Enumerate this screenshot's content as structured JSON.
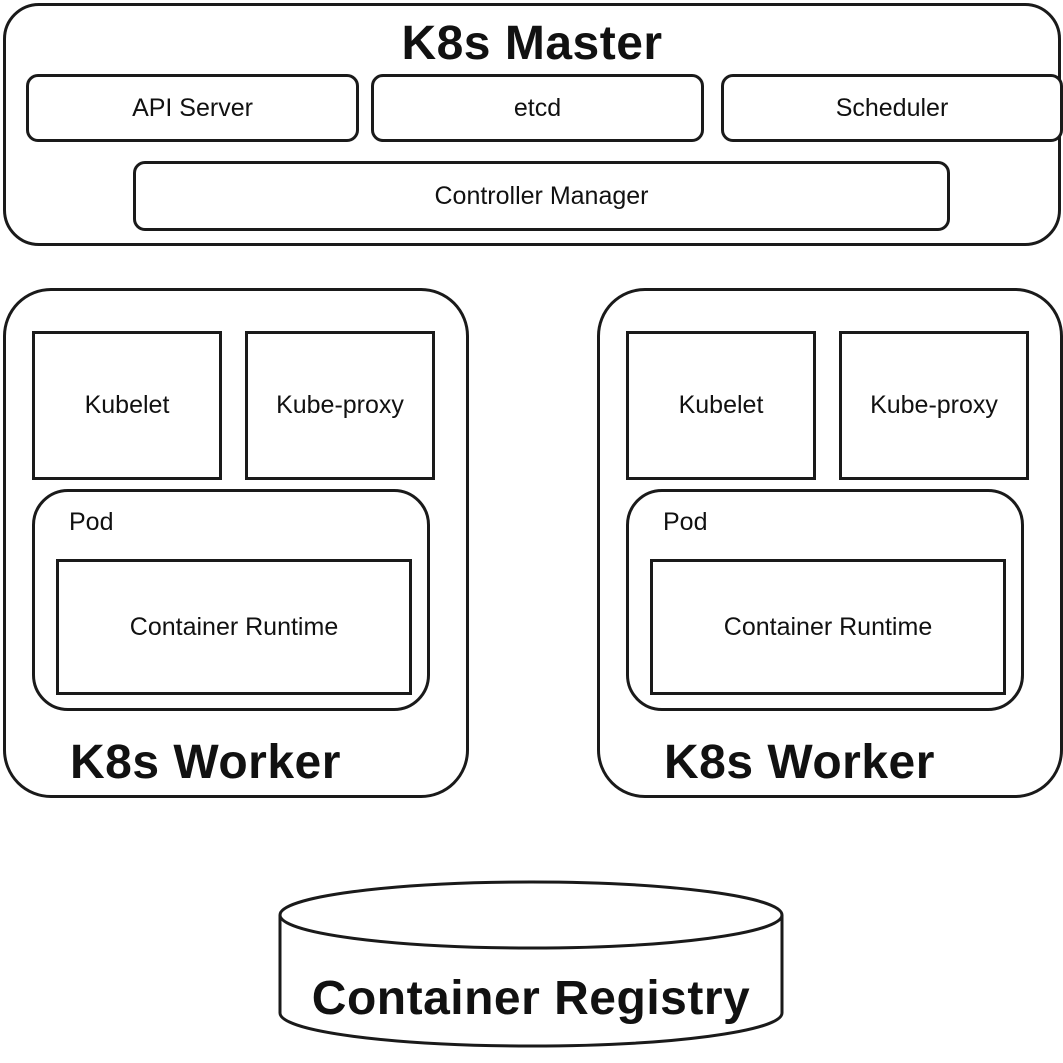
{
  "master": {
    "title": "K8s Master",
    "components": {
      "api_server": "API Server",
      "etcd": "etcd",
      "scheduler": "Scheduler",
      "controller_manager": "Controller Manager"
    }
  },
  "workers": [
    {
      "title": "K8s Worker",
      "kubelet": "Kubelet",
      "kube_proxy": "Kube-proxy",
      "pod_label": "Pod",
      "container_runtime": "Container Runtime"
    },
    {
      "title": "K8s Worker",
      "kubelet": "Kubelet",
      "kube_proxy": "Kube-proxy",
      "pod_label": "Pod",
      "container_runtime": "Container Runtime"
    }
  ],
  "registry": {
    "label": "Container Registry"
  }
}
